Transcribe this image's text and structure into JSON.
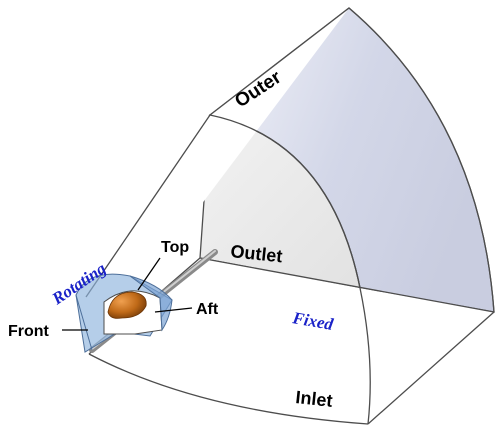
{
  "labels": {
    "outer": "Outer",
    "outlet": "Outlet",
    "inlet": "Inlet",
    "top": "Top",
    "aft": "Aft",
    "front": "Front",
    "rotating": "Rotating",
    "fixed": "Fixed"
  },
  "colors": {
    "domain_edge": "#4d4d4d",
    "outer_face": "#cfd3e6",
    "outlet_face": "#e6e6e6",
    "rotating_region": "#8eb3dd",
    "object_fill": "#c06a18",
    "shaft": "#9a9a9a",
    "rotating_text": "#1a22c8",
    "fixed_text": "#1a22c8"
  }
}
